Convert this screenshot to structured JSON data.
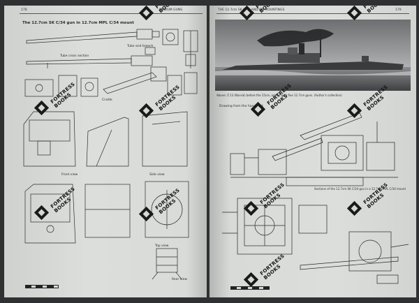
{
  "spread": {
    "left_page": {
      "page_number": "178",
      "running_head": "MEDIUM GUNS",
      "title": "The 12.7cm SK C/34 gun in 12.7cm MPL C/34 mount",
      "labels": {
        "tube_breech": "Tube and breech",
        "tube_cross_section": "Tube cross section",
        "cradle": "Cradle",
        "front_view": "Front view",
        "side_view": "Side view",
        "top_view": "Top view",
        "rear_view": "Rear view"
      }
    },
    "right_page": {
      "page_number": "179",
      "running_head": "THE 12.7cm SK C/34 AND ITS MOUNTINGS",
      "photo_caption": "Above: Z 23 (Narvik) before the 15cm, armed with five 12.7cm guns. (Author's collection)",
      "drawing_caption": "Drawing from the handbook",
      "section_caption": "Sections of the 12.7cm SK C/34 gun in a 12.7cm MPL C/34 mount"
    },
    "watermark": {
      "line1": "FORTRESS",
      "line2": "BOOKS"
    }
  },
  "colors": {
    "paper": "#d8dad8",
    "ink": "#222222",
    "background": "#2e3032",
    "watermark": "#151515"
  }
}
